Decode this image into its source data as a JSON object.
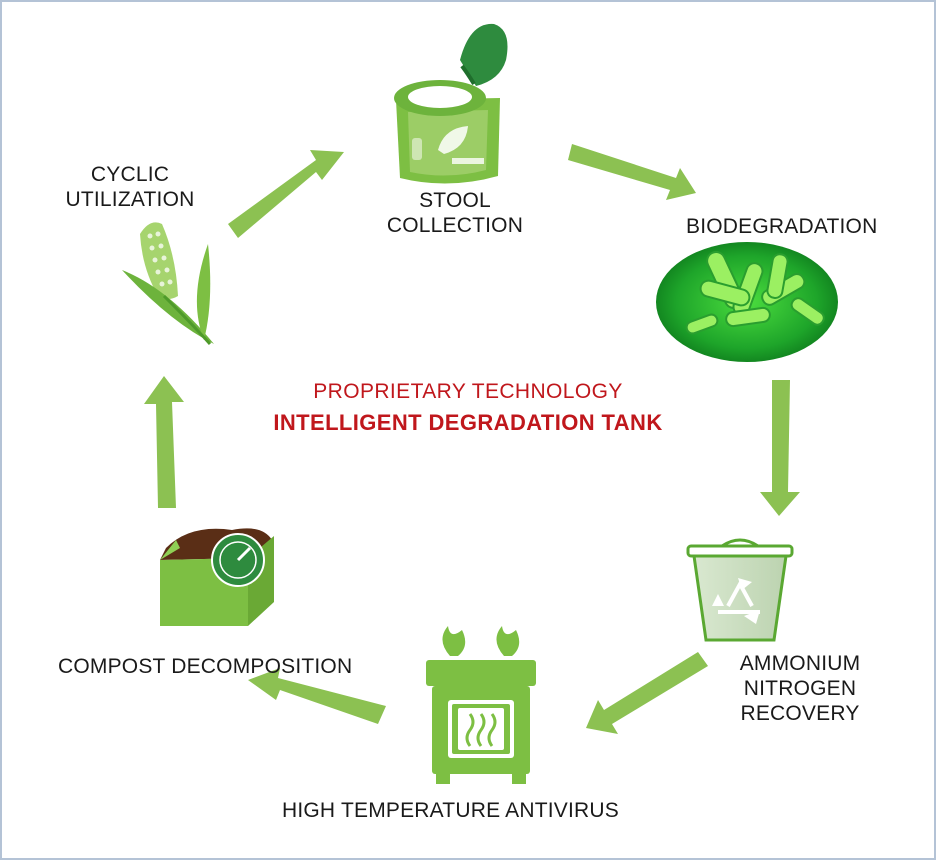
{
  "center": {
    "line1": "PROPRIETARY TECHNOLOGY",
    "line2": "INTELLIGENT DEGRADATION TANK"
  },
  "stages": {
    "stool_collection": {
      "line1": "STOOL",
      "line2": "COLLECTION"
    },
    "biodegradation": {
      "line1": "BIODEGRADATION"
    },
    "ammonium_recovery": {
      "line1": "AMMONIUM",
      "line2": "NITROGEN",
      "line3": "RECOVERY"
    },
    "high_temp": {
      "line1": "HIGH TEMPERATURE ANTIVIRUS"
    },
    "compost": {
      "line1": "COMPOST DECOMPOSITION"
    },
    "cyclic": {
      "line1": "CYCLIC",
      "line2": "UTILIZATION"
    }
  },
  "icons": {
    "toilet": "toilet-icon",
    "bacteria": "bacteria-icon",
    "recycle_bin": "recycle-bin-icon",
    "stove": "stove-icon",
    "compost_box": "compost-box-icon",
    "corn": "corn-icon"
  },
  "colors": {
    "arrow_green": "#8cc152",
    "icon_green": "#7dbf43",
    "dark_green": "#2e8b3e",
    "accent_red": "#c0171c",
    "bacteria_green": "#35c23a"
  }
}
